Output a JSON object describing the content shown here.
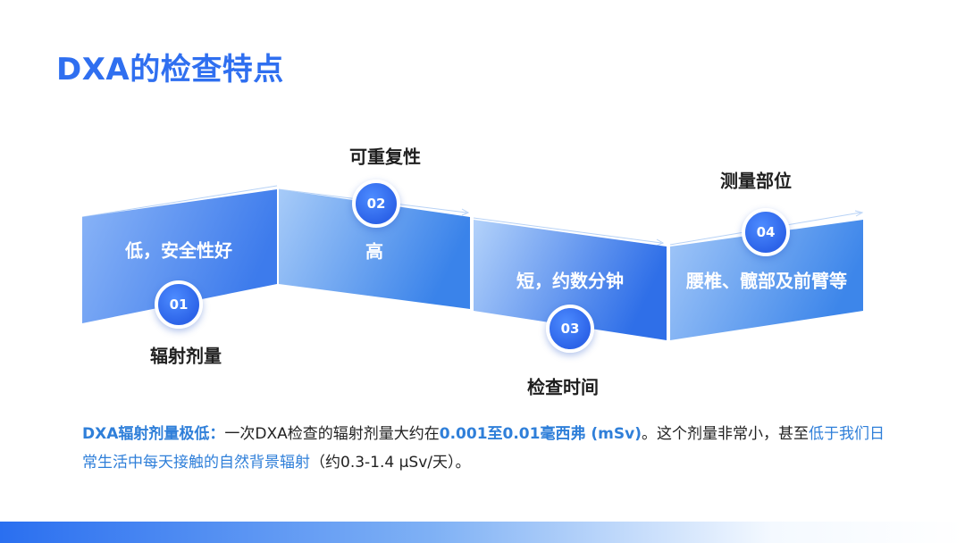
{
  "title": "DXA的检查特点",
  "steps": [
    {
      "num": "01",
      "label": "辐射剂量",
      "value": "低，安全性好"
    },
    {
      "num": "02",
      "label": "可重复性",
      "value": "高"
    },
    {
      "num": "03",
      "label": "检查时间",
      "value": "短，约数分钟"
    },
    {
      "num": "04",
      "label": "测量部位",
      "value": "腰椎、髋部及前臂等"
    }
  ],
  "description": {
    "lead": "DXA辐射剂量极低：",
    "part1": "一次DXA检查的辐射剂量大约在",
    "dose": "0.001至0.01毫西弗 (mSv)",
    "part2": "。这个剂量非常小，甚至",
    "compare": "低于我们日常生活中每天接触的自然背景辐射",
    "part3": "（约0.3-1.4 μSv/天）。"
  },
  "colors": {
    "accent": "#2f6ff0",
    "highlight": "#2f7fd9"
  }
}
